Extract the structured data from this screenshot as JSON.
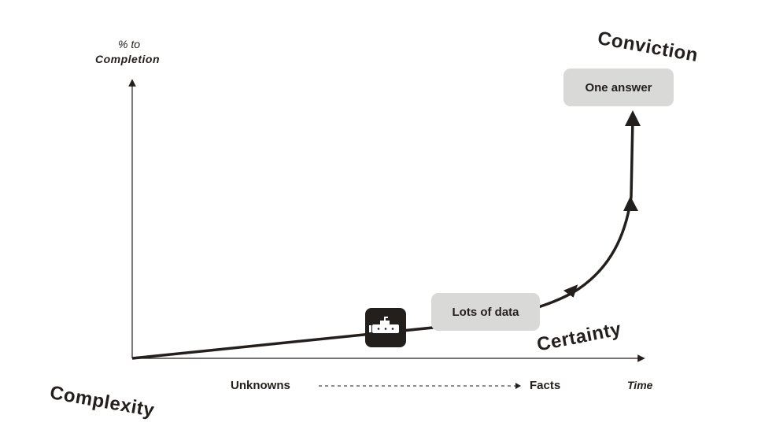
{
  "y_axis": {
    "label_line1": "% to",
    "label_line2": "Completion"
  },
  "x_axis": {
    "label": "Time"
  },
  "scale": {
    "start": "Unknowns",
    "end": "Facts"
  },
  "stages": {
    "start": "Complexity",
    "middle": "Certainty",
    "end": "Conviction"
  },
  "boxes": {
    "data": "Lots of data",
    "answer": "One answer"
  },
  "icon": "submarine-icon",
  "colors": {
    "ink": "#231f1c",
    "box": "#d9d9d8"
  }
}
